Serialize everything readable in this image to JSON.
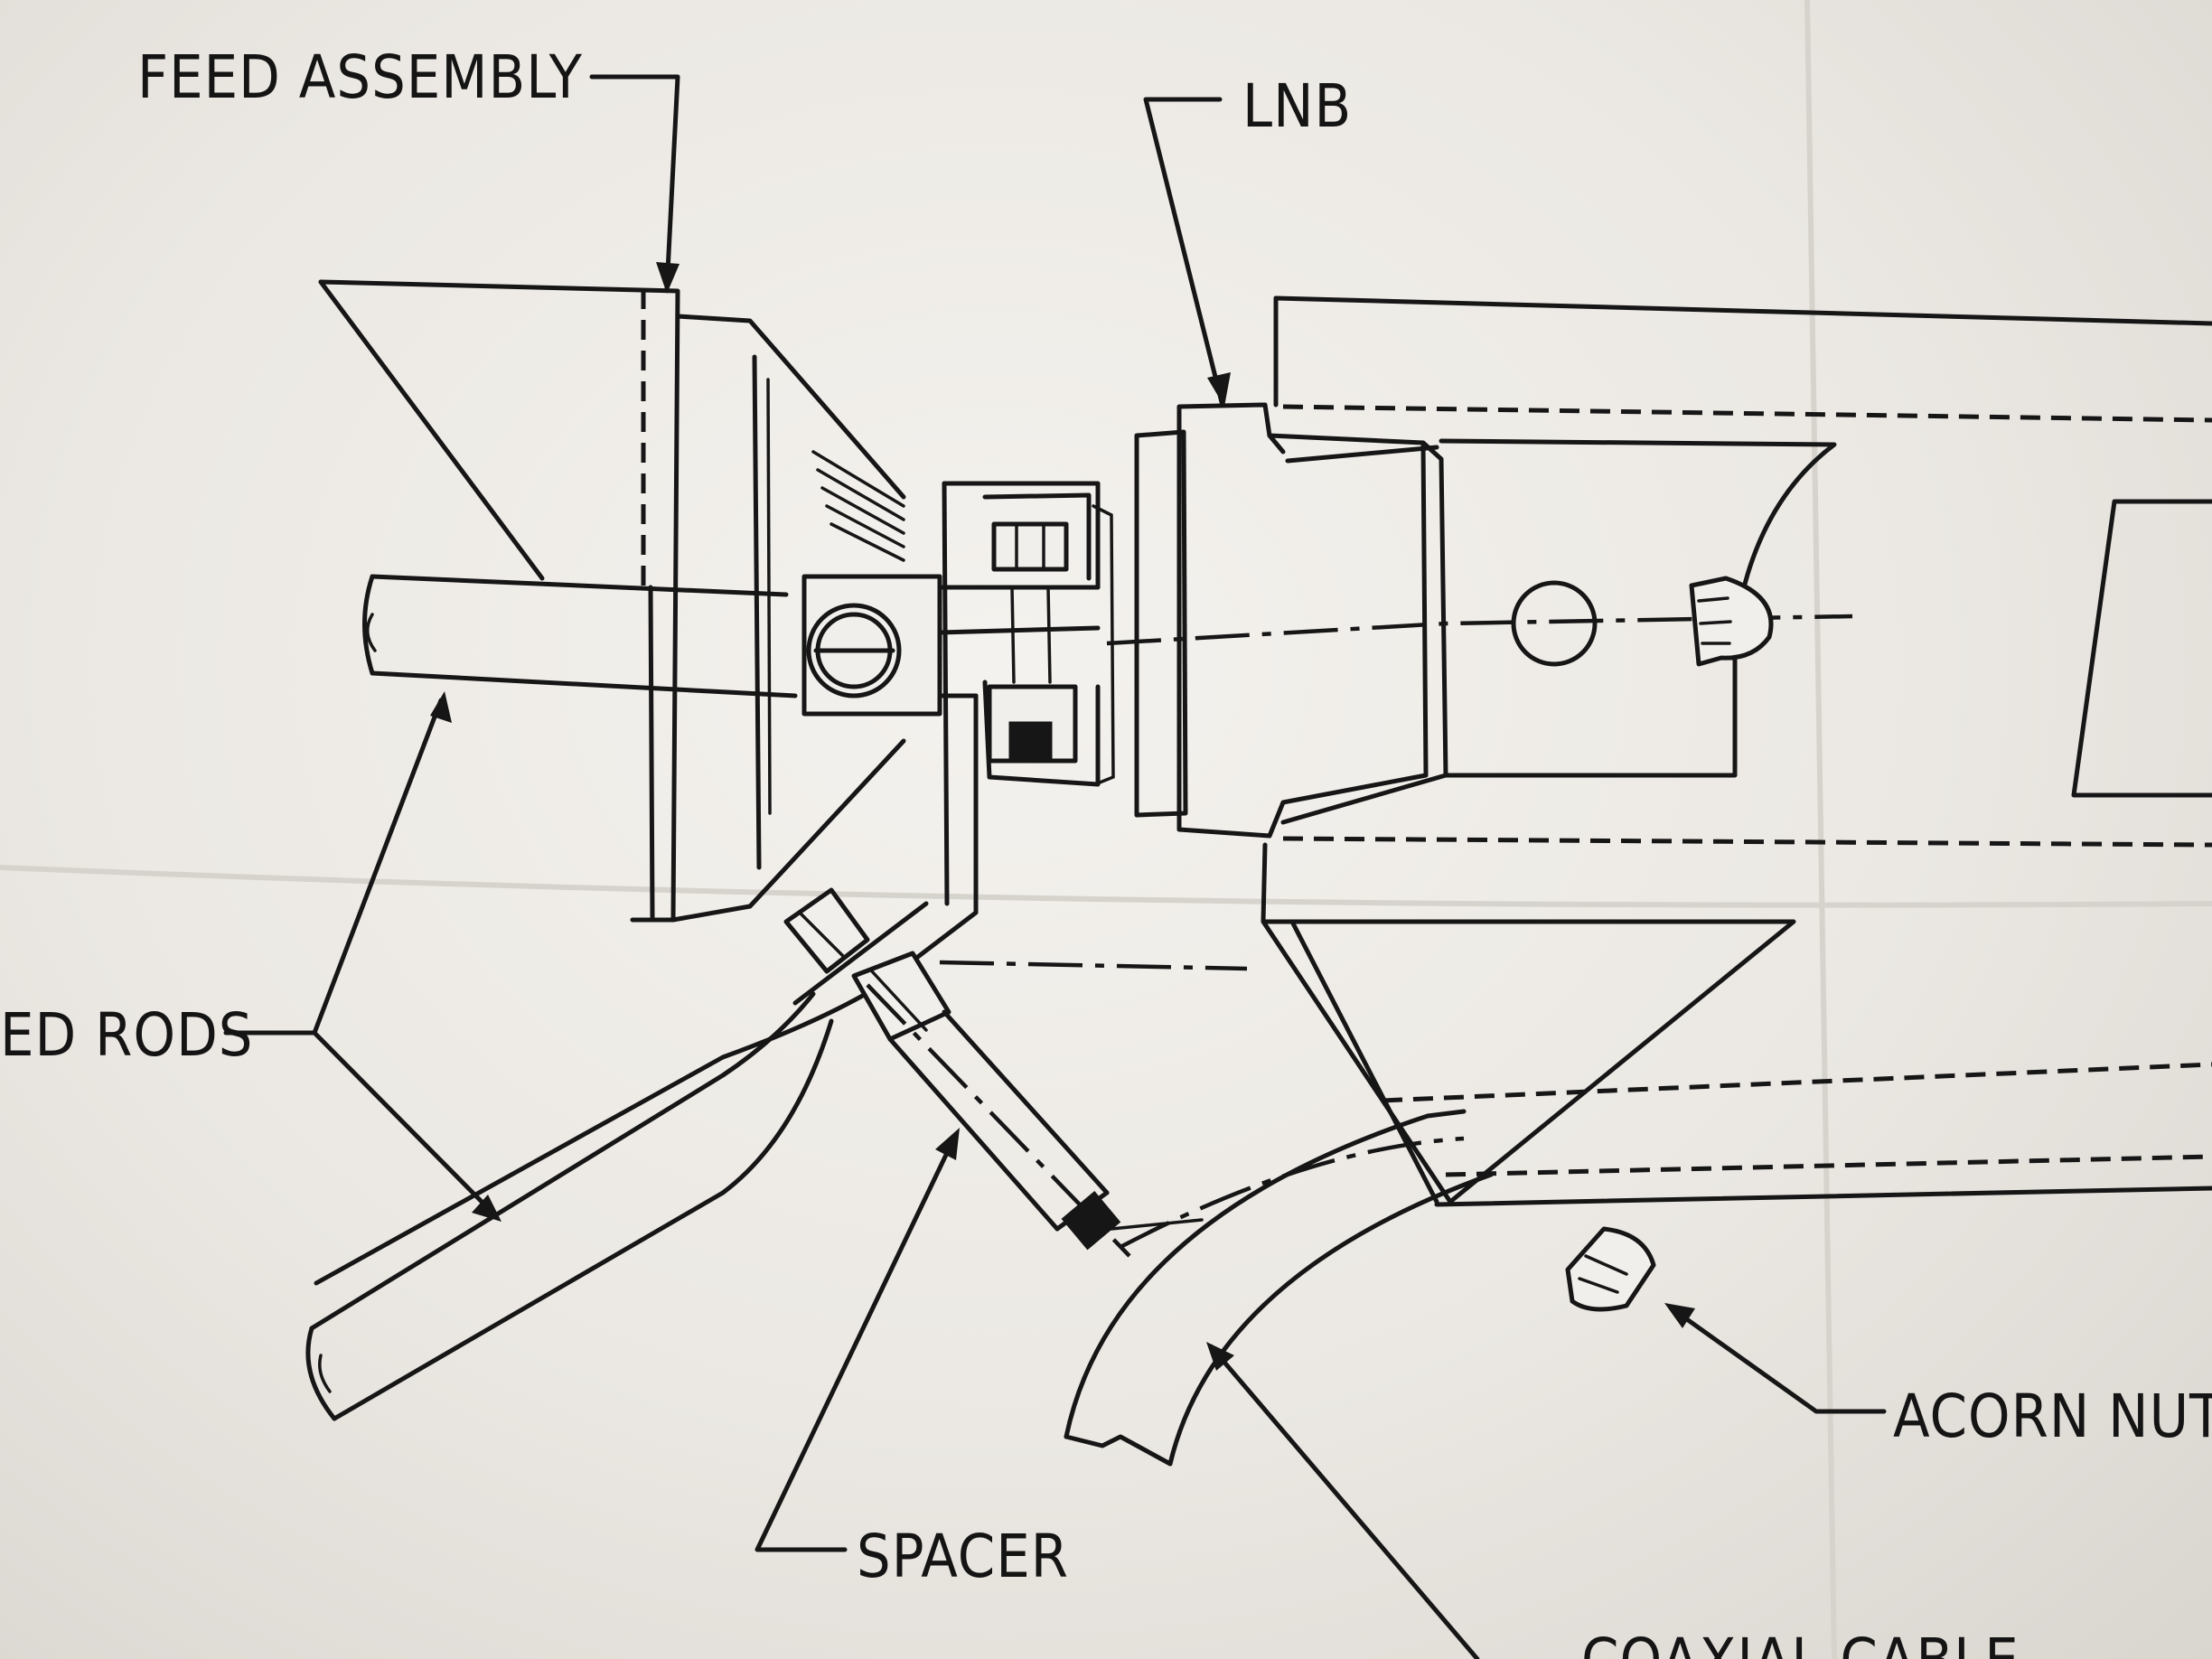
{
  "diagram": {
    "labels": {
      "feed_assembly": "FEED ASSEMBLY",
      "lnb": "LNB",
      "feed_rods": "ED RODS",
      "spacer": "SPACER",
      "acorn_nut": "ACORN NUT (",
      "coaxial_cable": "COAXIAL CABLE"
    }
  }
}
